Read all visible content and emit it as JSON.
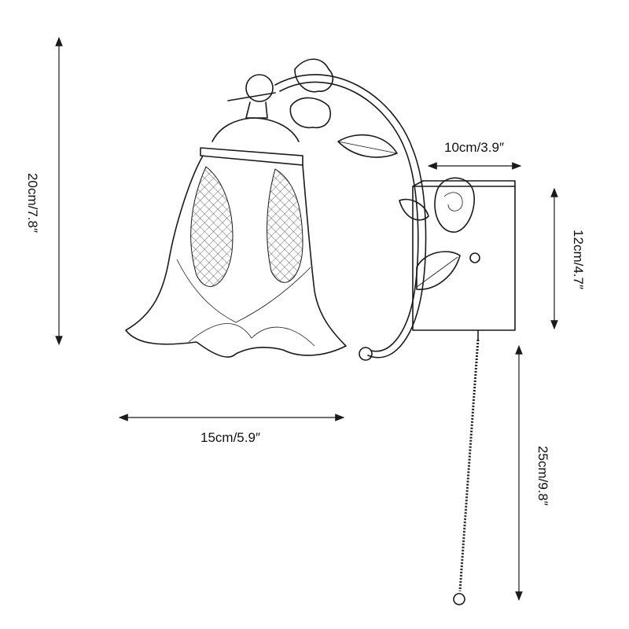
{
  "dimensions": {
    "total_height": "20cm/7.8″",
    "extension": "10cm/3.9″",
    "backplate_height": "12cm/4.7″",
    "shade_width": "15cm/5.9″",
    "chain_length": "25cm/9.8″"
  },
  "colors": {
    "line": "#1a1a1a",
    "background": "#ffffff"
  }
}
